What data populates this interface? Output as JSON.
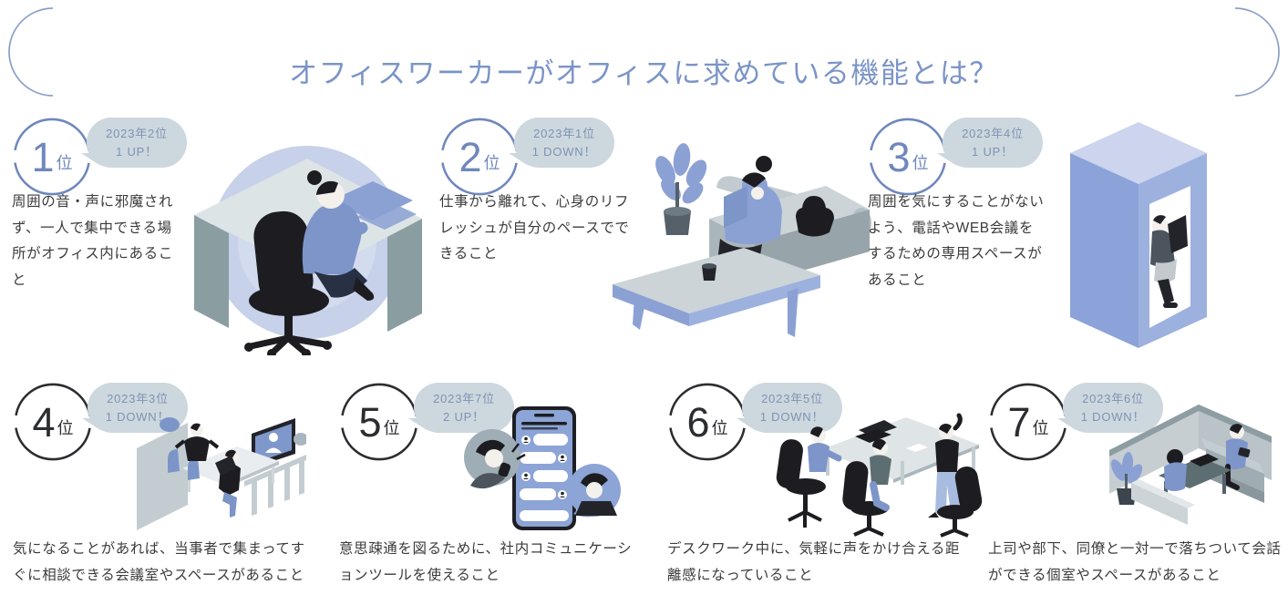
{
  "title": "オフィスワーカーがオフィスに求めている機能とは？",
  "colors": {
    "title_text": "#7b94c7",
    "rank_circle_top_row": "#6f87bd",
    "rank_circle_bottom_row": "#2b2d30",
    "badge_background": "#cdd7de",
    "badge_text": "#7e93b3",
    "description_text": "#3b3b3b",
    "illustration_blue": "#8ba1d4",
    "illustration_gray": "#c3cdd1",
    "illustration_dark": "#1d1d21"
  },
  "items": [
    {
      "rank": "1",
      "suffix": "位",
      "badge": {
        "line1": "2023年2位",
        "line2": "1 UP！"
      },
      "description": "周囲の音・声に邪魔されず、一人で集中できる場所がオフィス内にあること",
      "illustration": "person-concentrating-at-desk-in-bubble"
    },
    {
      "rank": "2",
      "suffix": "位",
      "badge": {
        "line1": "2023年1位",
        "line2": "1 DOWN！"
      },
      "description": "仕事から離れて、心身のリフレッシュが自分のペースでできること",
      "illustration": "person-relaxing-on-sofa"
    },
    {
      "rank": "3",
      "suffix": "位",
      "badge": {
        "line1": "2023年4位",
        "line2": "1 UP！"
      },
      "description": "周囲を気にすることがないよう、電話やWEB会議をするための専用スペースがあること",
      "illustration": "person-working-in-phone-booth"
    },
    {
      "rank": "4",
      "suffix": "位",
      "badge": {
        "line1": "2023年3位",
        "line2": "1 DOWN！"
      },
      "description": "気になることがあれば、当事者で集まってすぐに相談できる会議室やスペースがあること",
      "illustration": "meeting-room-with-video-call"
    },
    {
      "rank": "5",
      "suffix": "位",
      "badge": {
        "line1": "2023年7位",
        "line2": "2 UP！"
      },
      "description": "意思疎通を図るために、社内コミュニケーションツールを使えること",
      "illustration": "smartphone-chat-tool-with-users"
    },
    {
      "rank": "6",
      "suffix": "位",
      "badge": {
        "line1": "2023年5位",
        "line2": "1 DOWN！"
      },
      "description": "デスクワーク中に、気軽に声をかけ合える距離感になっていること",
      "illustration": "coworkers-talking-around-desk"
    },
    {
      "rank": "7",
      "suffix": "位",
      "badge": {
        "line1": "2023年6位",
        "line2": "1 DOWN！"
      },
      "description": "上司や部下、同僚と一対一で落ちついて会話ができる個室やスペースがあること",
      "illustration": "one-on-one-conversation-lounge"
    }
  ]
}
